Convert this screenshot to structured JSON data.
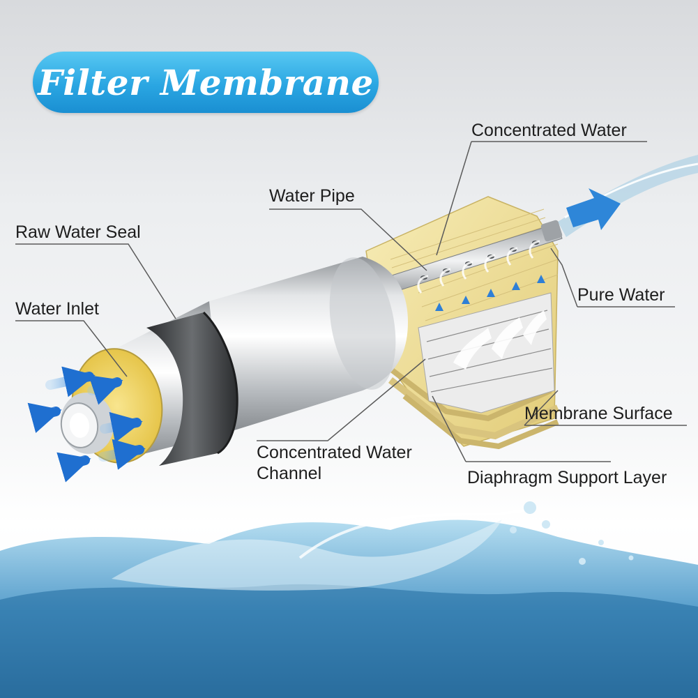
{
  "title": "Filter Membrane",
  "labels": {
    "concentrated_water": "Concentrated Water",
    "water_pipe": "Water Pipe",
    "raw_water_seal": "Raw Water Seal",
    "water_inlet": "Water Inlet",
    "pure_water": "Pure Water",
    "membrane_surface": "Membrane Surface",
    "concentrated_water_channel": "Concentrated Water\nChannel",
    "diaphragm_support_layer": "Diaphragm Support Layer"
  },
  "colors": {
    "title_pill": "#2aa6e2",
    "membrane": "#f0df98",
    "housing": "#c7cacd",
    "seal": "#3f4143",
    "arrow": "#2e7fd6",
    "water": "#3d8fc4"
  }
}
